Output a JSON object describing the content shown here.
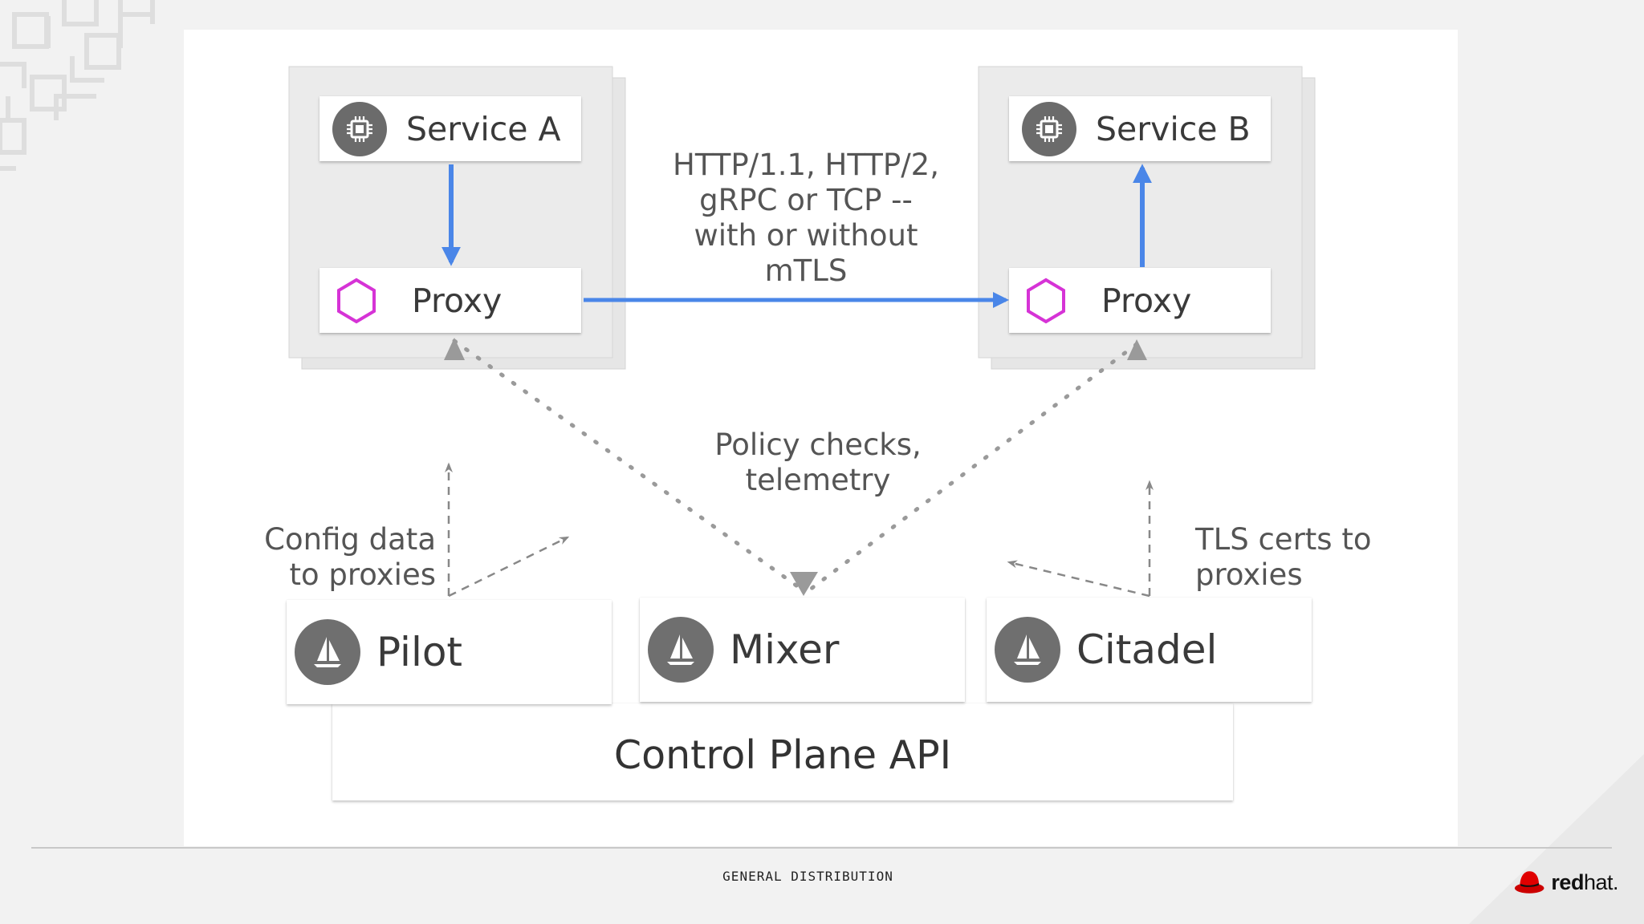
{
  "diagram": {
    "services": [
      {
        "label": "Service A"
      },
      {
        "label": "Service B"
      }
    ],
    "proxies": [
      {
        "label": "Proxy"
      },
      {
        "label": "Proxy"
      }
    ],
    "control_components": [
      {
        "label": "Pilot"
      },
      {
        "label": "Mixer"
      },
      {
        "label": "Citadel"
      }
    ],
    "control_plane_label": "Control Plane API",
    "protocol_note": [
      "HTTP/1.1, HTTP/2,",
      "gRPC or TCP --",
      "with or without",
      "mTLS"
    ],
    "policy_note": [
      "Policy checks,",
      "telemetry"
    ],
    "config_note": [
      "Config data",
      "to proxies"
    ],
    "tls_note": [
      "TLS certs to",
      "proxies"
    ],
    "colors": {
      "data_arrow": "#4a86e8",
      "proxy_icon": "#d633d6",
      "control_arrow": "#9a9a9a",
      "icon_gray": "#6b6b6b"
    }
  },
  "footer": {
    "classification": "GENERAL DISTRIBUTION",
    "logo_bold": "red",
    "logo_regular": "hat."
  }
}
